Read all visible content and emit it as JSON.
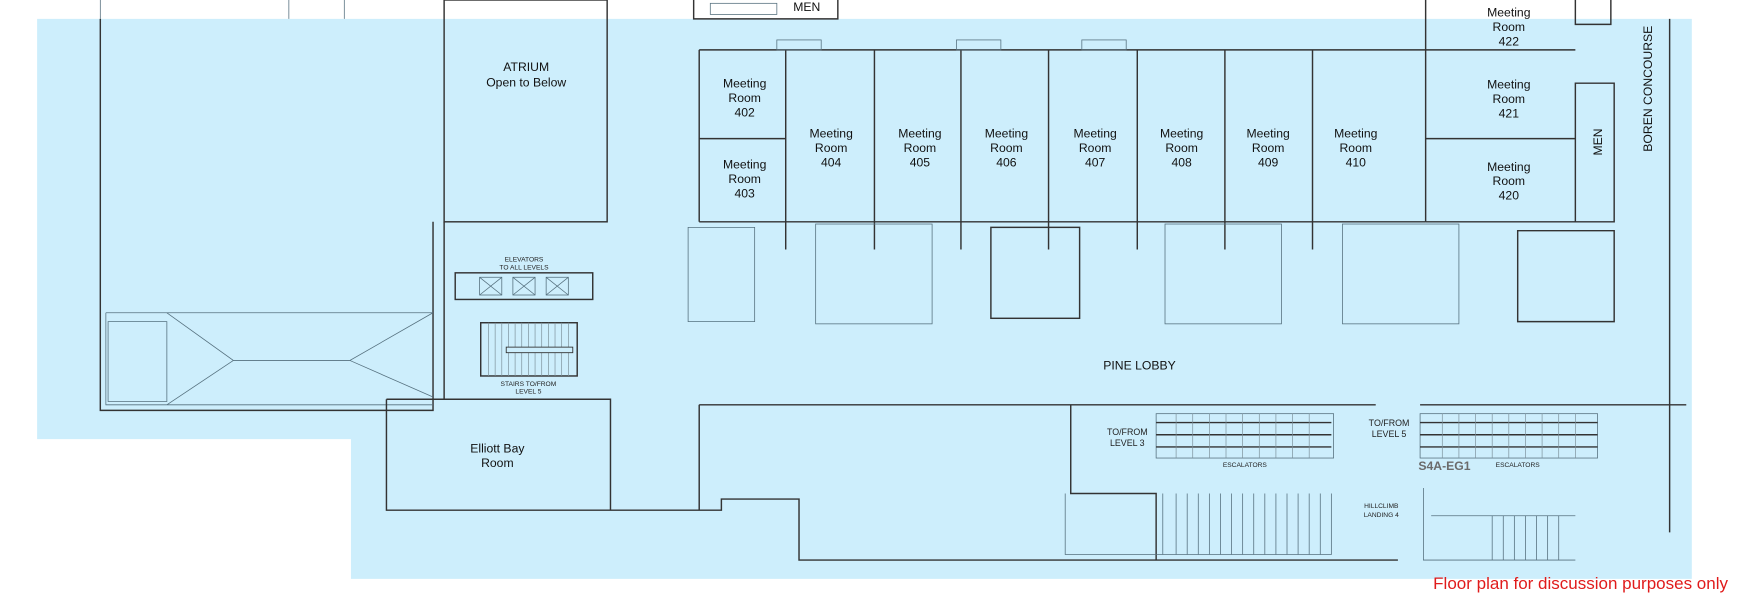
{
  "colors": {
    "floor": "#cdeefc",
    "wall": "#333333",
    "disclaimer": "#e01b1b",
    "code": "#6b6b6b"
  },
  "rooms": {
    "men_top": "MEN",
    "atrium": [
      "ATRIUM",
      "Open to Below"
    ],
    "elevators": [
      "ELEVATORS",
      "TO ALL LEVELS"
    ],
    "stairs": [
      "STAIRS TO/FROM",
      "LEVEL 5"
    ],
    "elliott_bay": [
      "Elliott Bay",
      "Room"
    ],
    "m402": [
      "Meeting",
      "Room",
      "402"
    ],
    "m403": [
      "Meeting",
      "Room",
      "403"
    ],
    "m404": [
      "Meeting",
      "Room",
      "404"
    ],
    "m405": [
      "Meeting",
      "Room",
      "405"
    ],
    "m406": [
      "Meeting",
      "Room",
      "406"
    ],
    "m407": [
      "Meeting",
      "Room",
      "407"
    ],
    "m408": [
      "Meeting",
      "Room",
      "408"
    ],
    "m409": [
      "Meeting",
      "Room",
      "409"
    ],
    "m410": [
      "Meeting",
      "Room",
      "410"
    ],
    "m420": [
      "Meeting",
      "Room",
      "420"
    ],
    "m421": [
      "Meeting",
      "Room",
      "421"
    ],
    "m422": [
      "Meeting",
      "Room",
      "422"
    ],
    "men_right": "MEN",
    "boren": "BOREN CONCOURSE",
    "pine_lobby": "PINE LOBBY",
    "to_level3": [
      "TO/FROM",
      "LEVEL 3"
    ],
    "to_level5": [
      "TO/FROM",
      "LEVEL 5"
    ],
    "escalators_left": "ESCALATORS",
    "escalators_right": "ESCALATORS",
    "code": "S4A-EG1",
    "hillclimb": [
      "HILLCLIMB",
      "LANDING 4"
    ]
  },
  "disclaimer": "Floor plan for discussion purposes only"
}
